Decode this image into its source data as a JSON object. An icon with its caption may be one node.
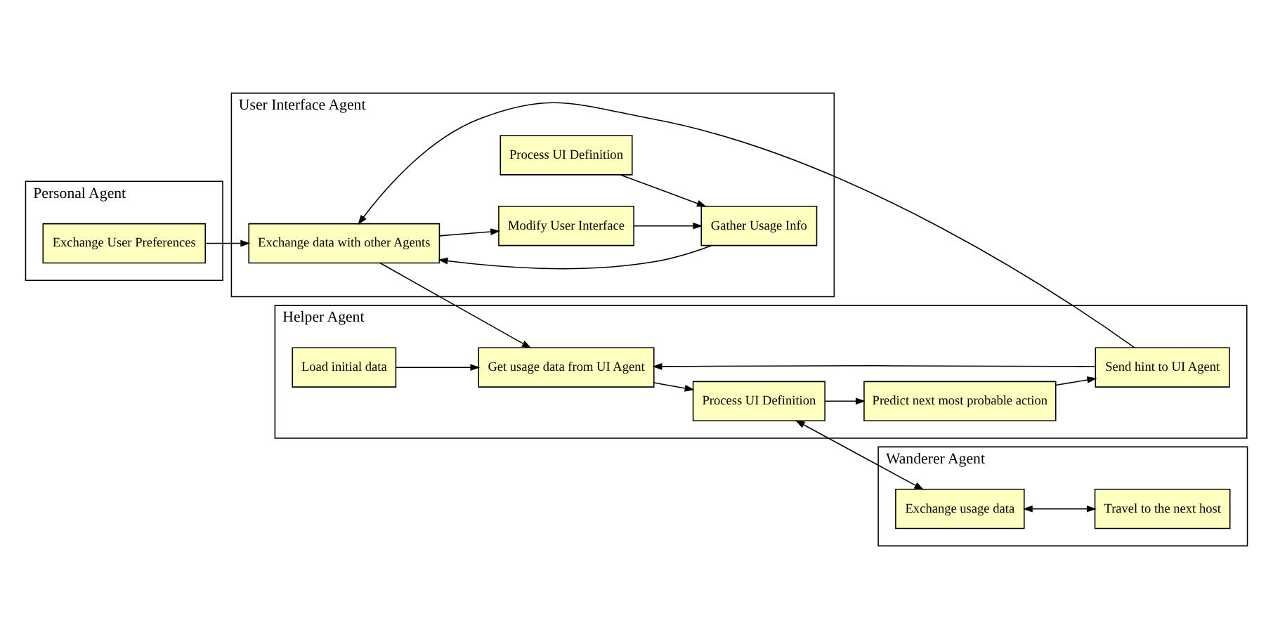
{
  "diagram": {
    "nodes": [
      {
        "text": [
          "Personal Agent"
        ]
      },
      {
        "text": [
          "Exchange User Preferences"
        ],
        "in": 0
      },
      {
        "text": [
          "User Interface Agent"
        ]
      },
      {
        "text": [
          "Process UI Definition"
        ],
        "in": 2
      },
      {
        "text": [
          "Gather Usage Info"
        ],
        "in": 2
      },
      {
        "text": [
          "Exchange data with other Agents"
        ],
        "in": 2
      },
      {
        "text": [
          "Modify User Interface"
        ],
        "in": 2
      },
      {
        "text": [
          "Helper Agent"
        ]
      },
      {
        "text": [
          "Load initial data"
        ],
        "in": 7
      },
      {
        "text": [
          "Get usage data from UI Agent"
        ],
        "in": 7
      },
      {
        "text": [
          "Process UI Definition"
        ],
        "in": 7
      },
      {
        "text": [
          "Send hint to UI Agent"
        ],
        "in": 7
      },
      {
        "text": [
          "Predict next most probable action"
        ],
        "in": 7
      },
      {
        "text": [
          "Wanderer Agent"
        ]
      },
      {
        "text": [
          "Exchange usage data"
        ],
        "in": 13
      },
      {
        "text": [
          "Travel to the next host"
        ],
        "in": 13
      }
    ],
    "edges": [
      {
        "from": 3,
        "to": 4,
        "arrow": "to"
      },
      {
        "from": 4,
        "to": 5,
        "arrow": "to"
      },
      {
        "from": 5,
        "to": 6,
        "arrow": "to"
      },
      {
        "from": 6,
        "to": 4,
        "arrow": "to"
      },
      {
        "from": 1,
        "to": 5,
        "arrow": "to"
      },
      {
        "from": 5,
        "to": 9,
        "arrow": "to"
      },
      {
        "from": 8,
        "to": 9,
        "arrow": "to"
      },
      {
        "from": 9,
        "to": 10,
        "arrow": "to"
      },
      {
        "from": 10,
        "to": 14,
        "arrow": "both"
      },
      {
        "from": 14,
        "to": 15,
        "arrow": "both"
      },
      {
        "from": 10,
        "to": 12,
        "arrow": "to"
      },
      {
        "from": 12,
        "to": 11,
        "arrow": "to"
      },
      {
        "from": 11,
        "to": 9,
        "arrow": "to"
      },
      {
        "from": 11,
        "to": 5,
        "arrow": "to"
      }
    ]
  }
}
